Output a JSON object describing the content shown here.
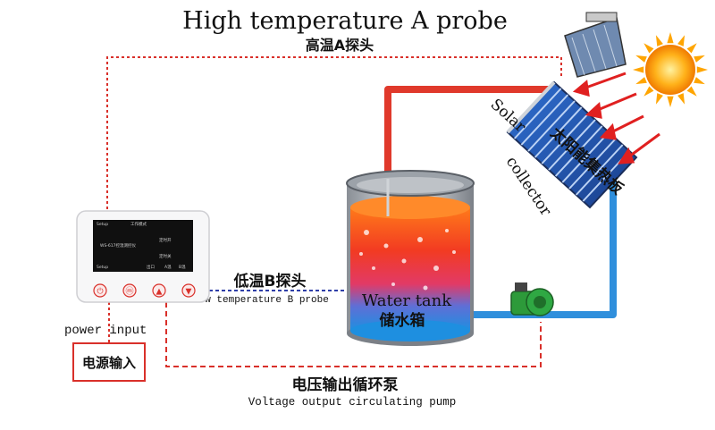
{
  "title_en": "High temperature A probe",
  "probe_a": {
    "label_cn": "高温A探头"
  },
  "probe_b": {
    "label_cn": "低温B探头",
    "label_en": "Low temperature B probe"
  },
  "tank": {
    "label_en": "Water tank",
    "label_cn": "储水箱"
  },
  "collector": {
    "label_cn": "太阳能集热板",
    "label_en_1": "Solar",
    "label_en_2": "collector"
  },
  "power": {
    "label_en": "power input",
    "label_cn": "电源输入"
  },
  "pump": {
    "label_cn": "电压输出循环泵",
    "label_en": "Voltage output circulating pump"
  },
  "controller": {
    "screen_texts": [
      "Setup",
      "工作模式",
      "WS-617控温测控仪",
      "定时开",
      "定时关",
      "Setup",
      "出口",
      "A温",
      "B温"
    ],
    "buttons": [
      {
        "name": "power",
        "glyph": "⏻"
      },
      {
        "name": "mode",
        "glyph": "ⓜ"
      },
      {
        "name": "up",
        "glyph": "▲"
      },
      {
        "name": "down",
        "glyph": "▼"
      }
    ]
  },
  "colors": {
    "hot_pipe": "#e0392b",
    "cold_pipe": "#2f8fdc",
    "wire": "#d9302a",
    "probe_b_wire": "#2e3ea8",
    "box": "#d9302a"
  }
}
